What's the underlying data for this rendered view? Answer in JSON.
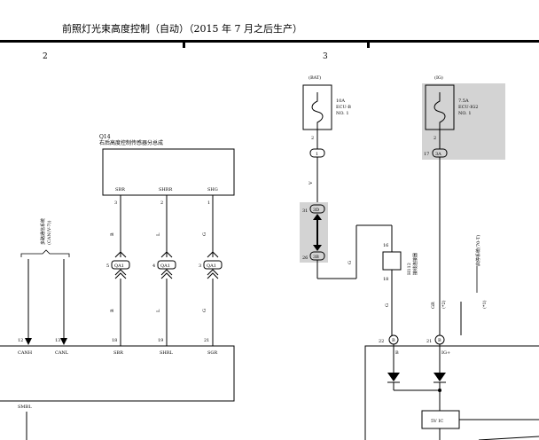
{
  "title": "前照灯光束高度控制（自动）（2015 年 7 月之后生产）",
  "section_numbers": [
    "2",
    "3"
  ],
  "sensor": {
    "code": "Q14",
    "name": "右后高度控制传感器分总成",
    "pins": [
      {
        "label": "SBR",
        "num": "3"
      },
      {
        "label": "SHRR",
        "num": "2"
      },
      {
        "label": "SHG",
        "num": "1"
      }
    ]
  },
  "can_bus": {
    "label": "多路通信系统",
    "sub": "(CAN(V-7))"
  },
  "connector_qa1": "QA1",
  "qa1_pins": [
    "5",
    "4",
    "3"
  ],
  "wire_colors_upper": [
    "B",
    "L",
    "G"
  ],
  "wire_colors_lower": [
    "B",
    "L",
    "G"
  ],
  "ecu_left_pins": [
    {
      "num": "12",
      "label": "CANH"
    },
    {
      "num": "13",
      "label": "CANL"
    },
    {
      "num": "18",
      "label": "SBR"
    },
    {
      "num": "19",
      "label": "SHRL"
    },
    {
      "num": "21",
      "label": "SGR"
    }
  ],
  "smbl_label": "SMBL",
  "fuse_bat": {
    "source": "(BAT)",
    "rating": "10A",
    "name": "ECU-B",
    "no": "NO. 1",
    "pin": "2",
    "conn": "1"
  },
  "fuse_ig": {
    "source": "(IG)",
    "rating": "7.5A",
    "name": "ECU-IG2",
    "no": "NO. 1",
    "pin": "2",
    "conn_num": "17",
    "conn": "3A"
  },
  "wire_bat_color": "V",
  "splice": {
    "top_num": "31",
    "top": "3D",
    "bottom_num": "26",
    "bottom": "3B"
  },
  "junction": {
    "code": "H112",
    "name": "接线连接器",
    "top_pin": "16",
    "bottom_pin": "18"
  },
  "wire_g_labels": [
    "G",
    "G"
  ],
  "right_wire": {
    "color": "GR",
    "note": "(*2)"
  },
  "start_system": {
    "label": "启停系统(70-T)",
    "note": "(*1)"
  },
  "ecu_right_pins": [
    {
      "num": "22",
      "conn": "B",
      "label": "B"
    },
    {
      "num": "21",
      "conn": "B",
      "label": "IG+"
    }
  ],
  "ic_label": "5V IC"
}
